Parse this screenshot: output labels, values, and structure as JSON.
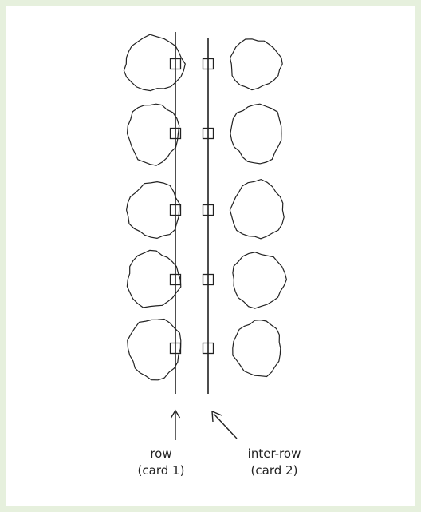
{
  "diagram": {
    "rows_of_plants": 5,
    "labels": {
      "row_line1": "row",
      "row_line2": "(card 1)",
      "interrow_line1": "inter-row",
      "interrow_line2": "(card 2)"
    },
    "colors": {
      "page_border": "#e6f0dd",
      "background": "#ffffff",
      "ink": "#222222"
    }
  }
}
